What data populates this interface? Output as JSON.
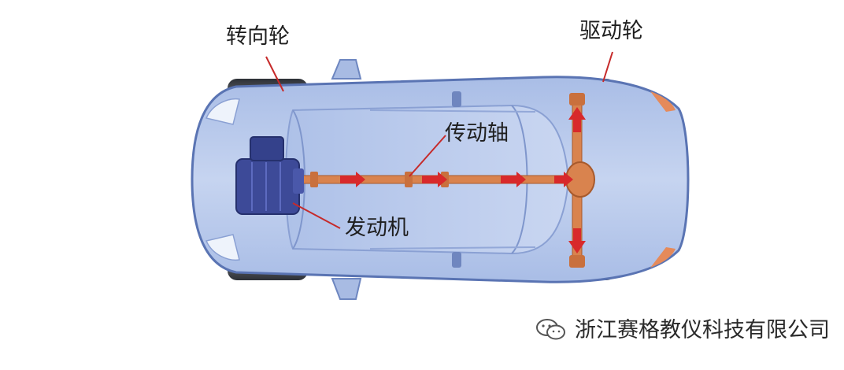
{
  "labels": {
    "steering_wheel": "转向轮",
    "drive_wheel": "驱动轮",
    "drive_shaft": "传动轴",
    "engine": "发动机"
  },
  "watermark": {
    "text": "浙江赛格教仪科技有限公司",
    "icon": "wechat-icon"
  },
  "colors": {
    "body": "#b7c9ea",
    "body_dark": "#8ea5d6",
    "body_outline": "#5a74b3",
    "wheel": "#3b3f47",
    "shaft": "#d9834e",
    "arrow": "#d8292b",
    "engine": "#3d4a98",
    "leader": "#c62a2a"
  }
}
